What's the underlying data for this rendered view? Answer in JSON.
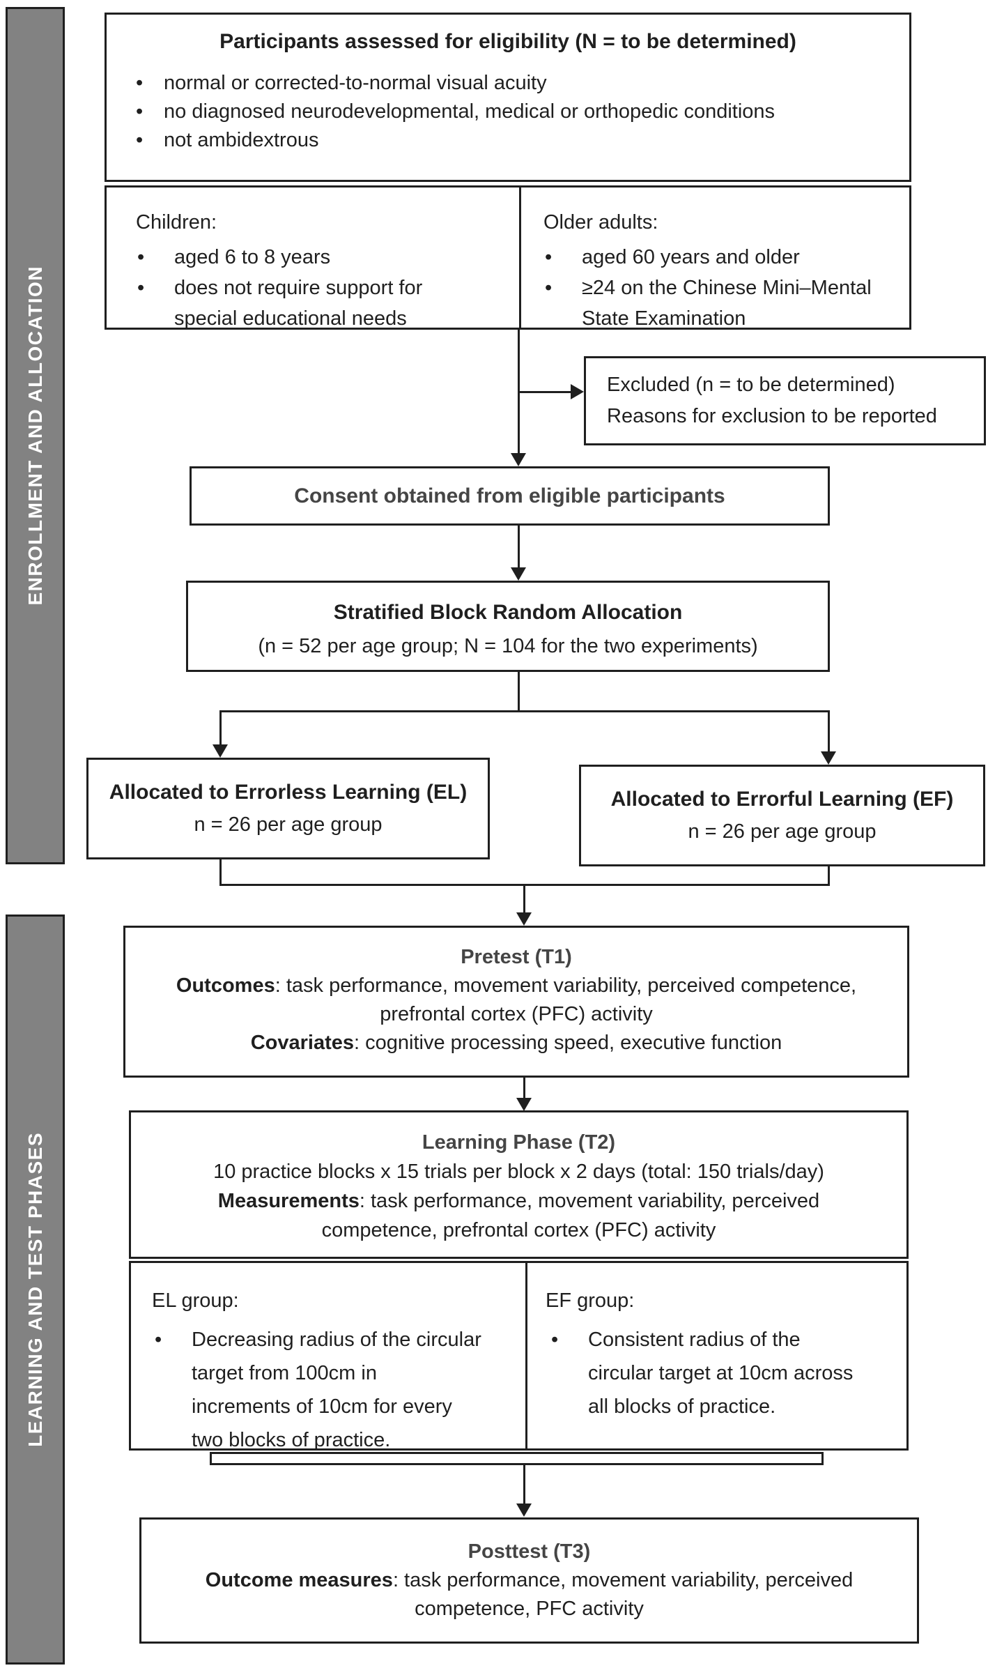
{
  "sidebars": {
    "enrollment_label": "ENROLLMENT AND ALLOCATION",
    "learning_label": "LEARNING AND TEST PHASES"
  },
  "eligibility": {
    "title": "Participants assessed for eligibility (N = to be determined)",
    "bullet_char": "•",
    "bullets": [
      "normal or corrected-to-normal visual acuity",
      "no diagnosed neurodevelopmental, medical or orthopedic conditions",
      "not ambidextrous"
    ]
  },
  "children": {
    "heading": "Children:",
    "bullet1": "aged 6 to 8 years",
    "bullet2_lines": [
      "does not require support for",
      "special educational needs"
    ]
  },
  "older_adults": {
    "heading": "Older adults:",
    "bullet1": "aged 60 years and older",
    "bullet2_lines": [
      "≥24 on the Chinese Mini–Mental",
      "State Examination"
    ]
  },
  "excluded": {
    "line1": "Excluded (n = to be determined)",
    "line2": "Reasons for exclusion to be reported"
  },
  "consent": {
    "text": "Consent obtained from eligible participants"
  },
  "allocation": {
    "title": "Stratified Block Random Allocation",
    "subtitle": "(n = 52 per age group; N = 104 for the two experiments)"
  },
  "errorless": {
    "title": "Allocated to Errorless Learning (EL)",
    "subtitle": "n = 26 per age group"
  },
  "errorful": {
    "title": "Allocated to Errorful Learning (EF)",
    "subtitle": "n = 26 per age group"
  },
  "pretest": {
    "title": "Pretest (T1)",
    "outcomes_label": "Outcomes",
    "outcomes_line1": ": task performance, movement variability, perceived competence,",
    "outcomes_line2": "prefrontal cortex (PFC) activity",
    "covariates_label": "Covariates",
    "covariates_text": ": cognitive processing speed, executive function"
  },
  "learning_phase": {
    "title": "Learning Phase (T2)",
    "schedule": "10 practice blocks x 15 trials per block x 2 days (total: 150 trials/day)",
    "measurements_label": "Measurements",
    "measurements_line1": ": task performance, movement variability, perceived",
    "measurements_line2": "competence, prefrontal cortex (PFC) activity",
    "el_group": {
      "heading": "EL group:",
      "bullet_lines": [
        "Decreasing radius of the circular",
        "target from 100cm in",
        "increments of 10cm for every",
        "two blocks of practice."
      ]
    },
    "ef_group": {
      "heading": "EF group:",
      "bullet_lines": [
        "Consistent radius of the",
        "circular target at 10cm across",
        "all blocks of practice."
      ]
    }
  },
  "posttest": {
    "title": "Posttest (T3)",
    "outcome_label": "Outcome measures",
    "outcome_line1": ": task performance, movement variability, perceived",
    "outcome_line2": "competence, PFC activity"
  },
  "colors": {
    "sidebar_gray": "#828282",
    "line_black": "#1f1f1f",
    "background": "#ffffff",
    "heading_gray": "#454545"
  }
}
